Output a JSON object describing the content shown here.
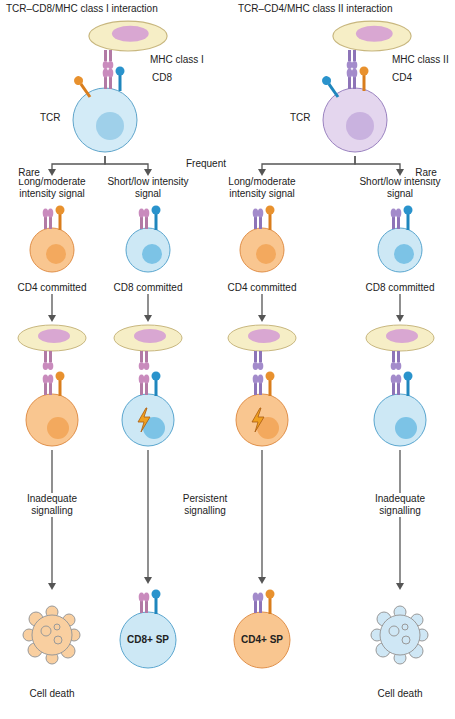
{
  "diagram": {
    "nodes": [
      {
        "text": [
          "TCR"
        ]
      },
      {
        "text": [
          "TCR"
        ]
      },
      {
        "text": [
          "Long/moderate intensity signal",
          "CD4 committed"
        ]
      },
      {
        "text": [
          "Short/low intensity signal",
          "CD8 committed"
        ]
      },
      {
        "text": [
          "Long/moderate intensity signal",
          "CD4 committed"
        ]
      },
      {
        "text": [
          "Short/low intensity signal",
          "CD8 committed"
        ]
      },
      {
        "text": [
          "Cell death"
        ]
      },
      {
        "text": [
          "CD8+ SP"
        ]
      },
      {
        "text": [
          "CD4+ SP"
        ]
      },
      {
        "text": [
          "Cell death"
        ]
      }
    ],
    "edges": [
      {
        "from": 0,
        "to": 2,
        "arrow": "to",
        "label": "Rare"
      },
      {
        "from": 0,
        "to": 3,
        "arrow": "to"
      },
      {
        "from": 1,
        "to": 4,
        "arrow": "to"
      },
      {
        "from": 1,
        "to": 5,
        "arrow": "to",
        "label": "Rare"
      },
      {
        "from": 2,
        "to": 6,
        "arrow": "to",
        "label": "Inadequate signalling"
      },
      {
        "from": 3,
        "to": 7,
        "arrow": "to"
      },
      {
        "from": 4,
        "to": 8,
        "arrow": "to"
      },
      {
        "from": 5,
        "to": 9,
        "arrow": "to",
        "label": "Inadequate signalling"
      }
    ],
    "labels": [
      "TCR–CD8/MHC class I interaction",
      "TCR–CD4/MHC class II interaction",
      "MHC class I",
      "CD8",
      "MHC class II",
      "CD4",
      "Frequent",
      "Persistent signalling"
    ]
  }
}
